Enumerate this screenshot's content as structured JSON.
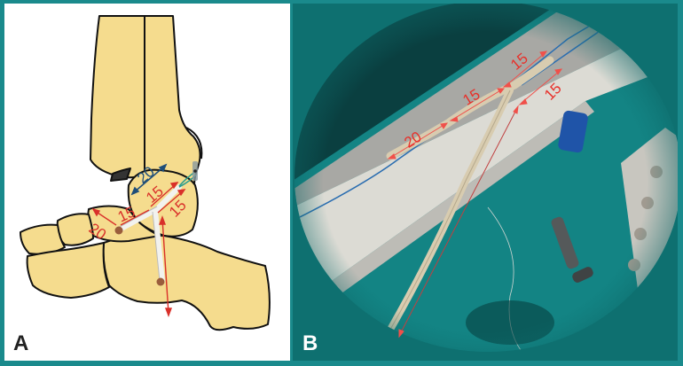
{
  "figure": {
    "border_color": "#1a8a8c",
    "panels": [
      {
        "id": "A",
        "label": "A",
        "type": "anatomical-illustration",
        "description": "Lateral ankle/foot bones with ligament graft configuration",
        "bone_fill": "#f5dc8e",
        "annotations": {
          "blue_measure": "20",
          "red_upper": "15",
          "red_middle_left": "15",
          "red_middle_right": "15",
          "red_left": "20"
        }
      },
      {
        "id": "B",
        "label": "B",
        "type": "photograph",
        "description": "Graft prepared on board with marked lengths",
        "annotations": {
          "seg_left": "20",
          "seg_middle": "15",
          "seg_top": "15",
          "seg_right": "15"
        }
      }
    ],
    "colors": {
      "red_arrow": "#d9302a",
      "blue_arrow": "#1f4e79",
      "teal_suture": "#2a9d8f",
      "photo_red": "#f0504a",
      "photo_bg": "#0e7070",
      "board": "#d9d8d2"
    }
  }
}
